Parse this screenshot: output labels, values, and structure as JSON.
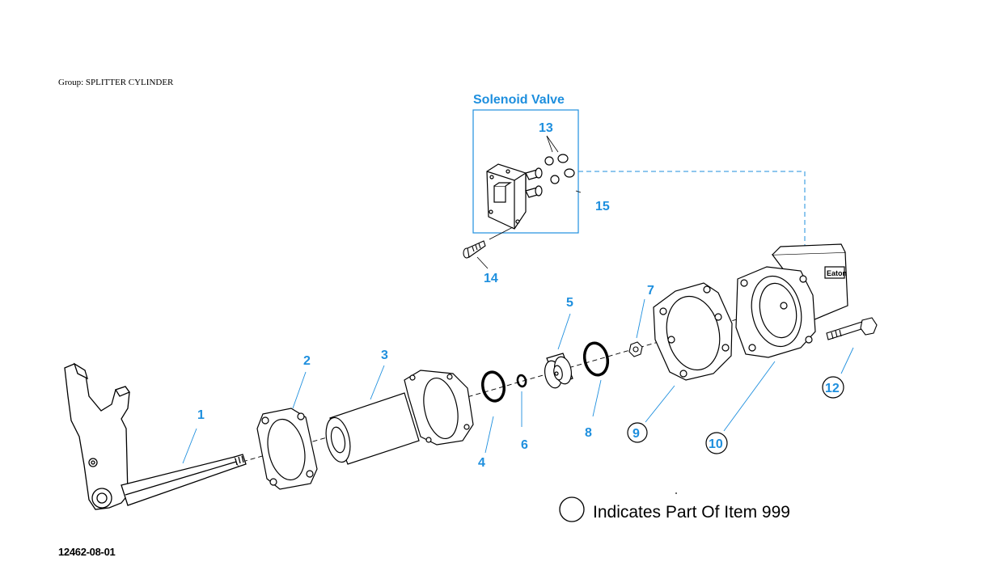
{
  "header": {
    "group_label": "Group: SPLITTER CYLINDER"
  },
  "inset": {
    "title": "Solenoid Valve"
  },
  "callouts": {
    "c1": "1",
    "c2": "2",
    "c3": "3",
    "c4": "4",
    "c5": "5",
    "c6": "6",
    "c7": "7",
    "c8": "8",
    "c9": "9",
    "c10": "10",
    "c12": "12",
    "c13": "13",
    "c14": "14",
    "c15": "15"
  },
  "legend": {
    "text": "Indicates Part Of Item 999"
  },
  "footer": {
    "figure_id": "12462-08-01"
  },
  "colors": {
    "callout": "#1e8fde",
    "line": "#000000",
    "leader": "#1e8fde"
  }
}
